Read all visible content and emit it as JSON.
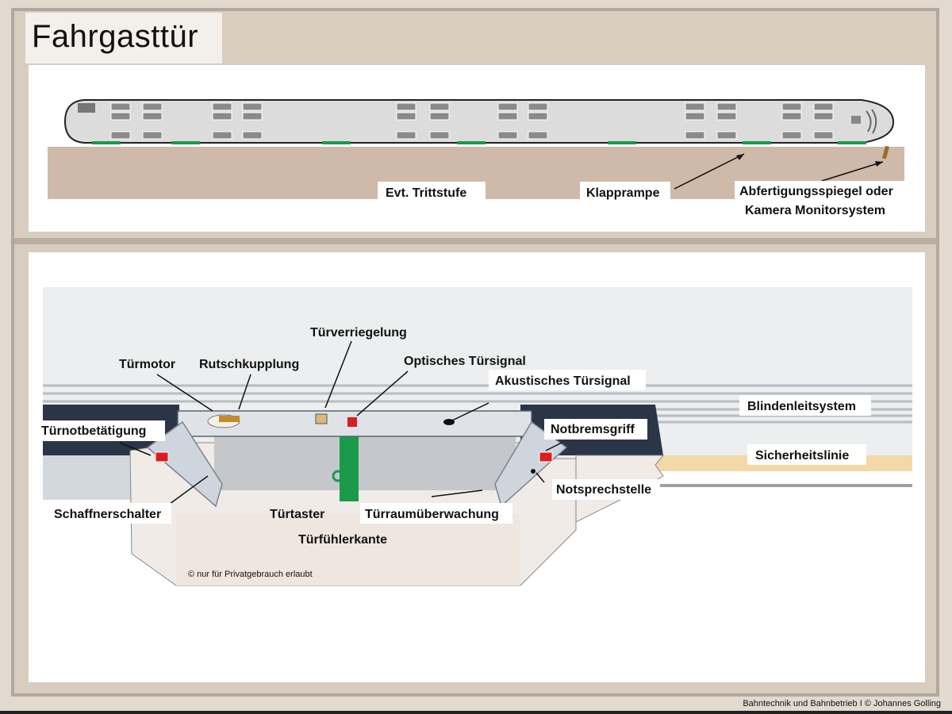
{
  "title": "Fahrgasttür",
  "train_labels": {
    "step": "Evt. Trittstufe",
    "ramp": "Klapprampe",
    "mirror_line1": "Abfertigungsspiegel oder",
    "mirror_line2": "Kamera Monitorsystem"
  },
  "door_labels": {
    "lock": "Türverriegelung",
    "motor": "Türmotor",
    "clutch": "Rutschkupplung",
    "optical": "Optisches Türsignal",
    "acoustic": "Akustisches Türsignal",
    "tactile": "Blindenleitsystem",
    "emergency_open": "Türnotbetätigung",
    "emergency_brake": "Notbremsgriff",
    "safety_line": "Sicherheitslinie",
    "intercom": "Notsprechstelle",
    "conductor_switch": "Schaffnerschalter",
    "door_button": "Türtaster",
    "door_space": "Türraumüberwachung",
    "sensing_edge": "Türfühlerkante"
  },
  "copyright_note": "© nur für Privatgebrauch erlaubt",
  "footer_credit": "Bahntechnik und Bahnbetrieb I © Johannes Golling",
  "colors": {
    "platform": "#cfb9a8",
    "door_green": "#1a9a4a",
    "signal_red": "#d81e1e",
    "safety_line": "#f3d9a8",
    "dark_wall": "#2b3548"
  }
}
